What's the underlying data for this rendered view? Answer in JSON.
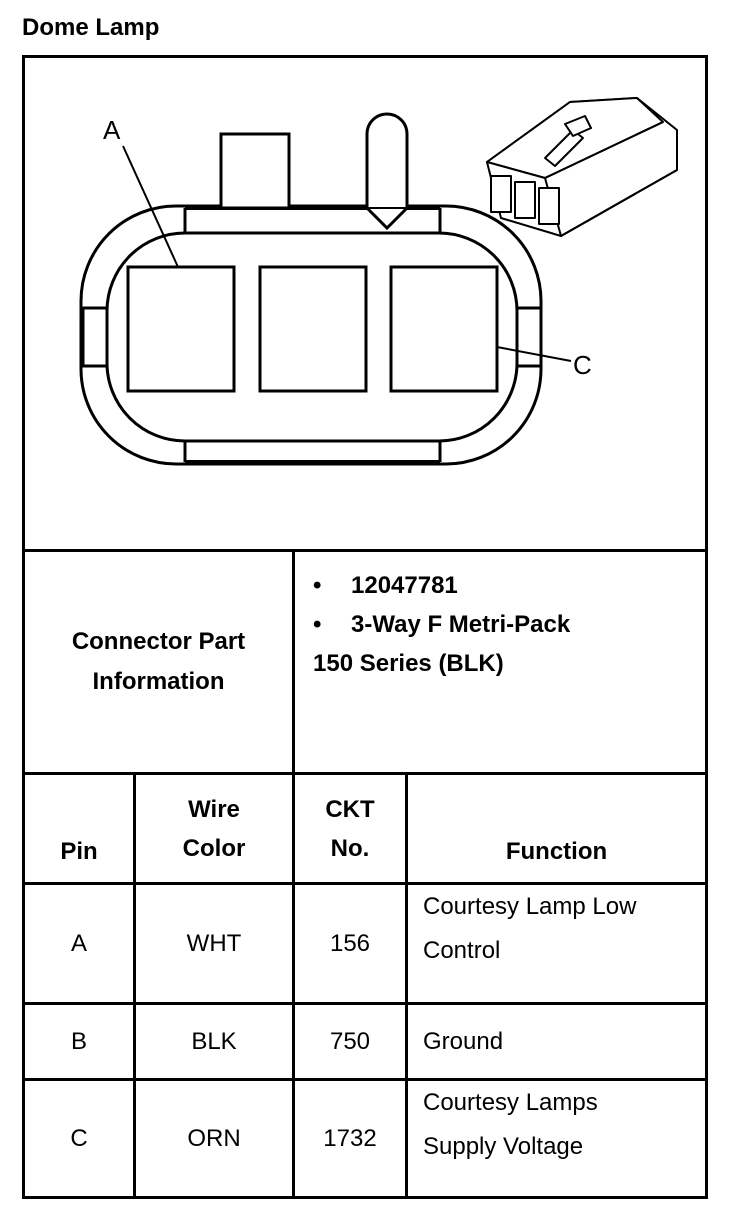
{
  "page_title": "Dome Lamp",
  "diagram": {
    "label_a": "A",
    "label_c": "C"
  },
  "part_info": {
    "heading": "Connector Part Information",
    "items": [
      "12047781",
      "3-Way F Metri-Pack"
    ],
    "continuation": "150 Series (BLK)"
  },
  "table": {
    "headers": {
      "pin": "Pin",
      "wire_color": [
        "Wire",
        "Color"
      ],
      "ckt_no": [
        "CKT",
        "No."
      ],
      "function": "Function"
    },
    "rows": [
      {
        "pin": "A",
        "color": "WHT",
        "ckt": "156",
        "function": [
          "Courtesy Lamp Low",
          "Control"
        ]
      },
      {
        "pin": "B",
        "color": "BLK",
        "ckt": "750",
        "function": [
          "Ground"
        ]
      },
      {
        "pin": "C",
        "color": "ORN",
        "ckt": "1732",
        "function": [
          "Courtesy Lamps",
          "Supply Voltage"
        ]
      }
    ]
  }
}
